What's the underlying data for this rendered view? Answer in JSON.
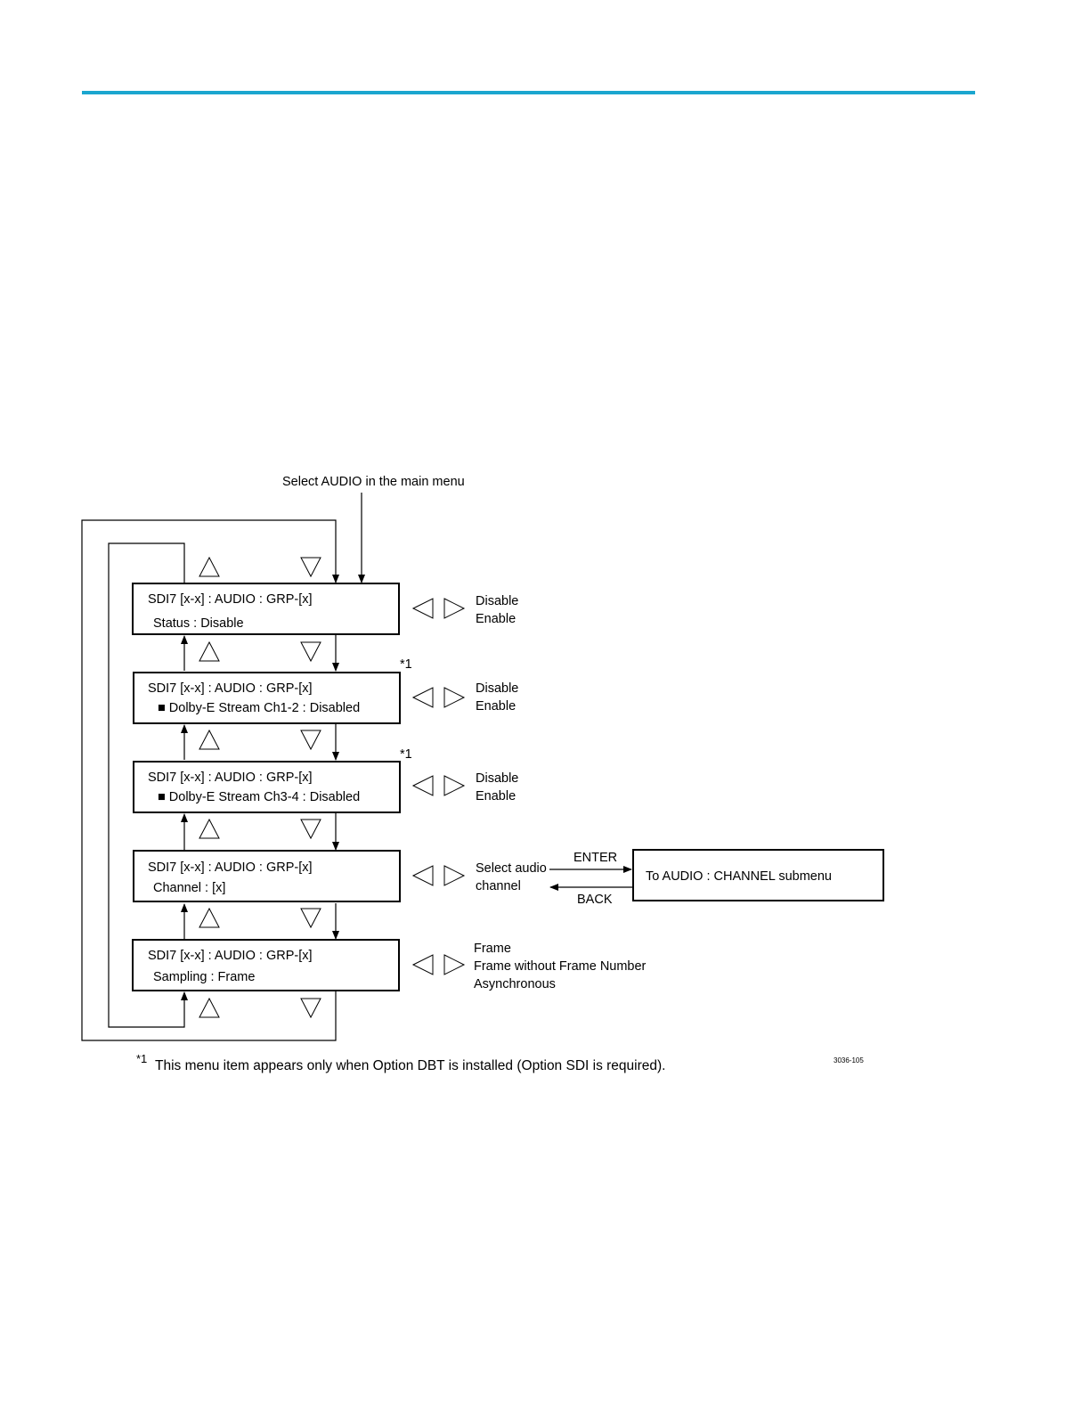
{
  "entry_label": "Select AUDIO in the main menu",
  "menu_items": [
    {
      "title": "SDI7 [x-x] : AUDIO : GRP-[x]",
      "setting": "Status : Disable",
      "options": [
        "Disable",
        "Enable"
      ],
      "footnote": ""
    },
    {
      "title": "SDI7 [x-x] : AUDIO : GRP-[x]",
      "setting": "■  Dolby-E Stream Ch1-2 : Disabled",
      "options": [
        "Disable",
        "Enable"
      ],
      "footnote": "*1"
    },
    {
      "title": "SDI7 [x-x] : AUDIO : GRP-[x]",
      "setting": "■ Dolby-E Stream Ch3-4 : Disabled",
      "options": [
        "Disable",
        "Enable"
      ],
      "footnote": "*1"
    },
    {
      "title": "SDI7 [x-x] : AUDIO : GRP-[x]",
      "setting": "Channel : [x]",
      "options": [
        "Select audio",
        "channel"
      ],
      "footnote": ""
    },
    {
      "title": "SDI7 [x-x] : AUDIO : GRP-[x]",
      "setting": "Sampling : Frame",
      "options": [
        "Frame",
        "Frame without Frame Number",
        "Asynchronous"
      ],
      "footnote": ""
    }
  ],
  "submenu": {
    "label": "To AUDIO : CHANNEL submenu",
    "enter_label": "ENTER",
    "back_label": "BACK"
  },
  "footnote": {
    "marker": "*1",
    "text": "This menu item appears only when Option DBT is installed (Option SDI is required)."
  },
  "figure_id": "3036-105"
}
